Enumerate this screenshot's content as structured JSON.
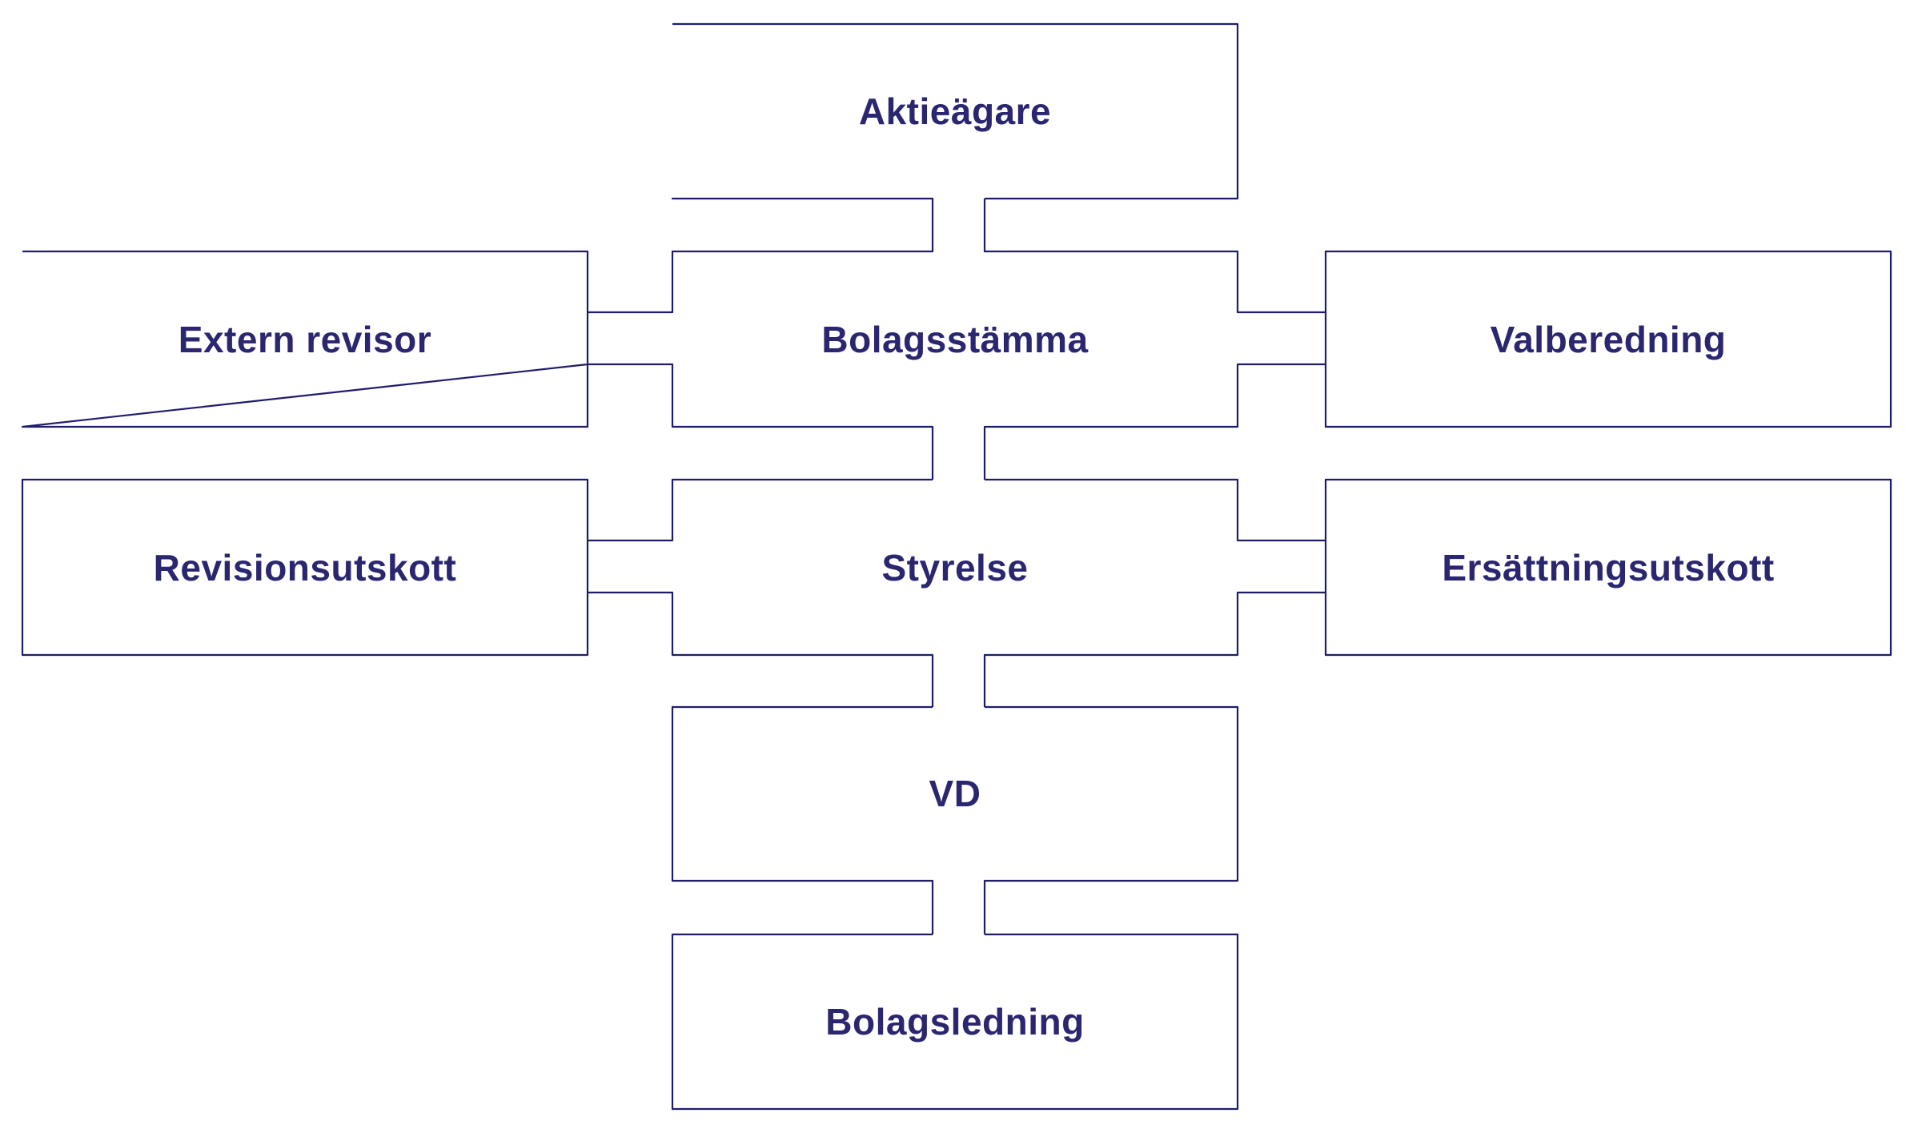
{
  "colors": {
    "stroke": "#1f1d6b",
    "text": "#2a2670",
    "background": "#ffffff"
  },
  "nodes": {
    "aktieagare": "Aktieägare",
    "extern_revisor": "Extern revisor",
    "bolagsstamma": "Bolagsstämma",
    "valberedning": "Valberedning",
    "revisionsutskott": "Revisionsutskott",
    "styrelse": "Styrelse",
    "ersattningsutskott": "Ersättningsutskott",
    "vd": "VD",
    "bolagsledning": "Bolagsledning"
  }
}
